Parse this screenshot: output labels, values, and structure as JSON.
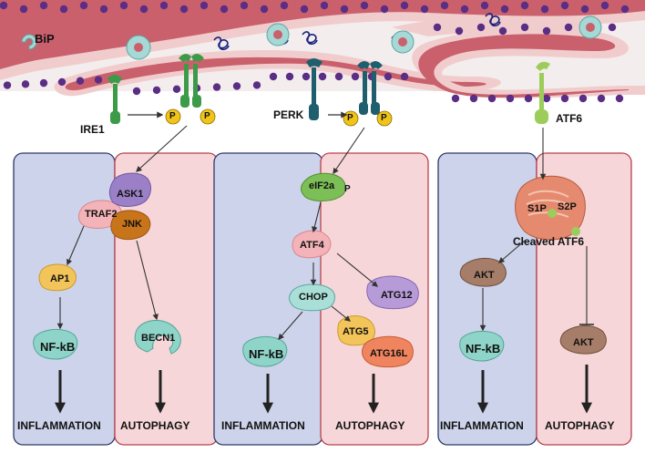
{
  "labels": {
    "bip": "BiP",
    "ire1": "IRE1",
    "perk": "PERK",
    "atf6": "ATF6",
    "p": "P"
  },
  "ire1_panel": {
    "traf2": "TRAF2",
    "ask1": "ASK1",
    "jnk": "JNK",
    "ap1": "AP1",
    "nfkb": "NF-kB",
    "becn1": "BECN1",
    "left_outcome": "INFLAMMATION",
    "right_outcome": "AUTOPHAGY"
  },
  "perk_panel": {
    "eif2a": "eIF2a",
    "atf4": "ATF4",
    "chop": "CHOP",
    "atg12": "ATG12",
    "atg5": "ATG5",
    "atg16l": "ATG16L",
    "nfkb": "NF-kB",
    "left_outcome": "INFLAMMATION",
    "right_outcome": "AUTOPHAGY"
  },
  "atf6_panel": {
    "s1p": "S1P",
    "s2p": "S2P",
    "cleaved_atf6": "Cleaved ATF6",
    "akt_left": "AKT",
    "akt_right": "AKT",
    "nfkb": "NF-kB",
    "left_outcome": "INFLAMMATION",
    "right_outcome": "AUTOPHAGY"
  },
  "colors": {
    "er_lumen": "#c9606c",
    "er_membrane": "#f1cccd",
    "ribosome": "#5b2e86",
    "blue_panel": "#cdd3ea",
    "pink_panel": "#f6d6d8",
    "panel_border": "#2c3a6a",
    "pink_border": "#b8414d",
    "green": "#3d9a48",
    "light_green": "#9ccd5a",
    "teal": "#1f5f6d",
    "phospho": "#f0c419"
  }
}
